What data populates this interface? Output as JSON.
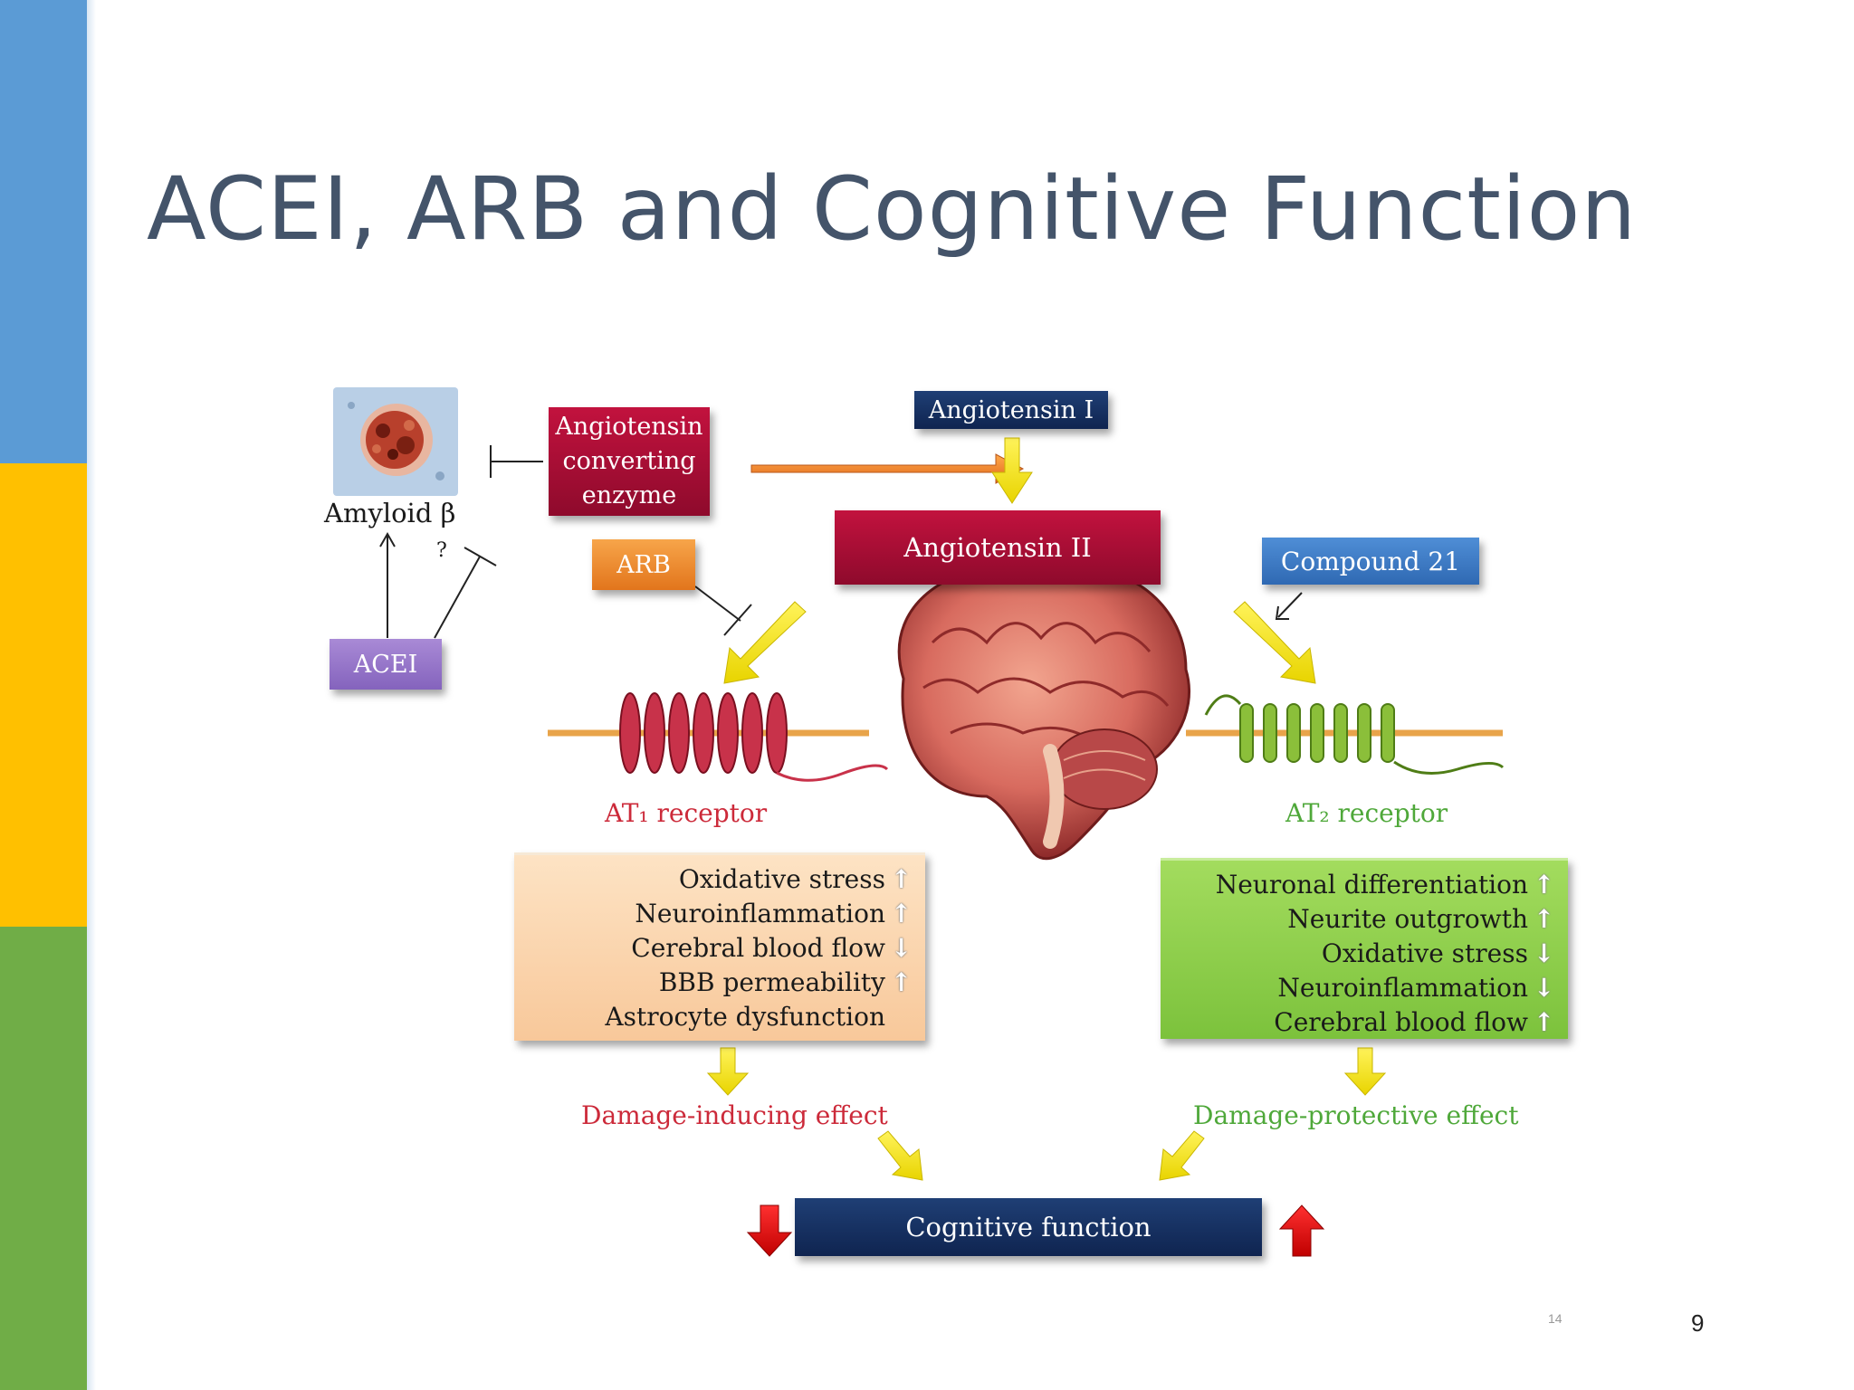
{
  "slide": {
    "title": "ACEI, ARB and Cognitive Function",
    "page_number": "9",
    "source_page_number": "14",
    "colors": {
      "bar_blue": "#5b9bd5",
      "bar_yellow": "#ffc000",
      "bar_green": "#70ad47",
      "title": "#44546a"
    }
  },
  "diagram": {
    "amyloid_label": "Amyloid β",
    "question_mark": "?",
    "ace_label": [
      "Angiotensin",
      "converting",
      "enzyme"
    ],
    "angiotensin1": "Angiotensin I",
    "angiotensin2": "Angiotensin II",
    "arb": "ARB",
    "acei": "ACEI",
    "compound21": "Compound 21",
    "at1_label": "AT₁ receptor",
    "at2_label": "AT₂ receptor",
    "at1_effects": [
      {
        "text": "Oxidative stress",
        "dir": "up"
      },
      {
        "text": "Neuroinflammation",
        "dir": "up"
      },
      {
        "text": "Cerebral blood flow",
        "dir": "down"
      },
      {
        "text": "BBB permeability",
        "dir": "up"
      },
      {
        "text": "Astrocyte dysfunction",
        "dir": ""
      }
    ],
    "at2_effects": [
      {
        "text": "Neuronal differentiation",
        "dir": "up"
      },
      {
        "text": "Neurite outgrowth",
        "dir": "up"
      },
      {
        "text": "Oxidative stress",
        "dir": "down"
      },
      {
        "text": "Neuroinflammation",
        "dir": "down"
      },
      {
        "text": "Cerebral blood flow",
        "dir": "up"
      }
    ],
    "damage_inducing": "Damage-inducing effect",
    "damage_protective": "Damage-protective effect",
    "cognitive": "Cognitive function",
    "icons": [
      "brain-icon",
      "amyloid-plaque-icon",
      "receptor-coil-icon",
      "arrow-up-icon",
      "arrow-down-icon"
    ]
  }
}
